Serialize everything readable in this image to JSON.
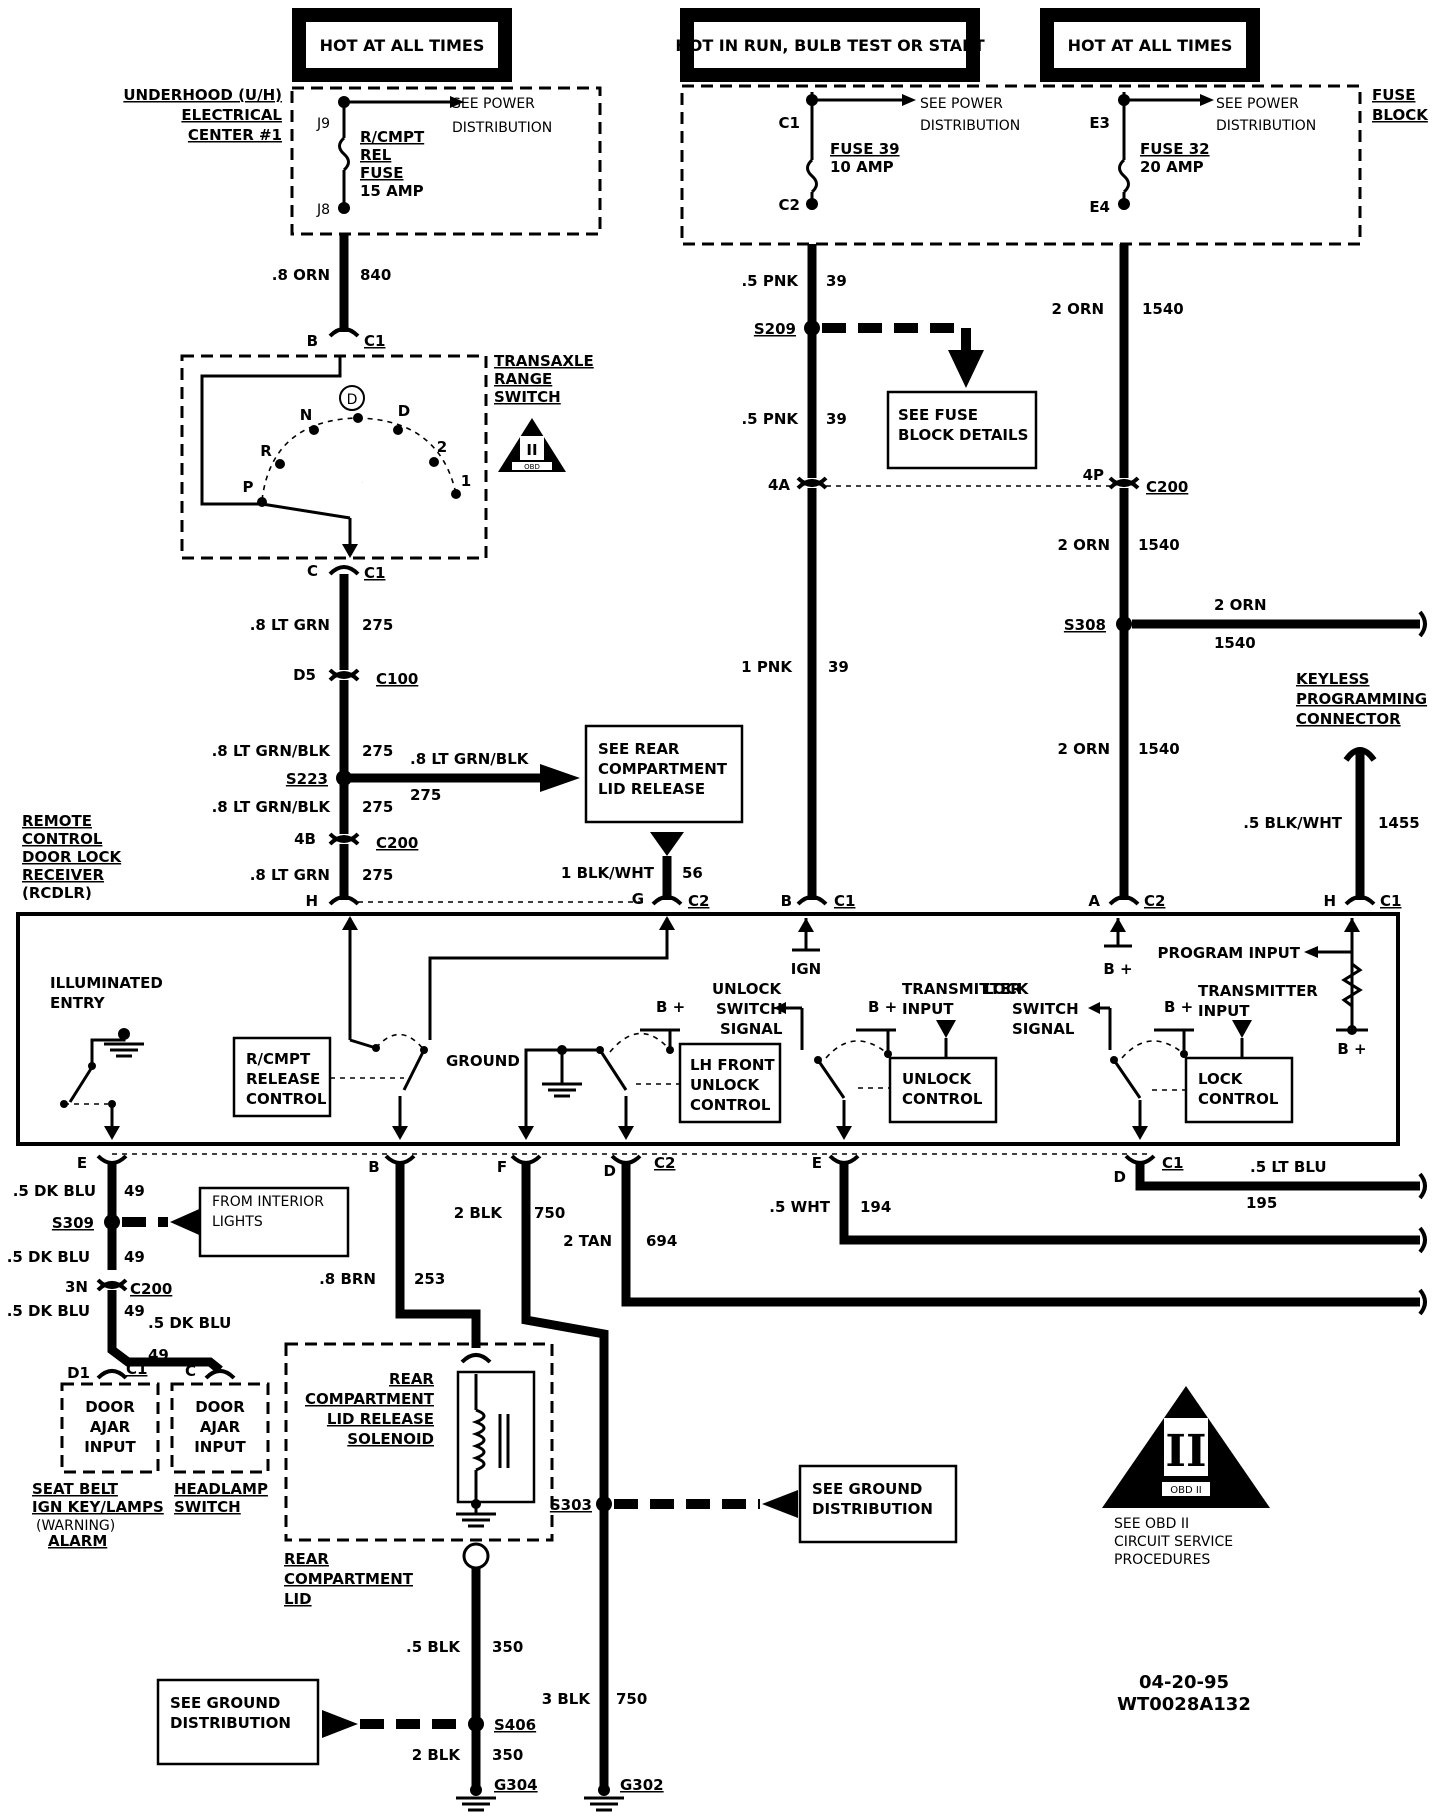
{
  "headers": {
    "hot_at_all_times_left": "HOT AT ALL TIMES",
    "hot_in_run": "HOT IN RUN, BULB TEST OR START",
    "hot_at_all_times_right": "HOT AT ALL TIMES"
  },
  "top_left": {
    "ec_line1": "UNDERHOOD (U/H)",
    "ec_line2": "ELECTRICAL",
    "ec_line3": "CENTER #1",
    "j9": "J9",
    "j8": "J8",
    "see_power_1": "SEE POWER",
    "see_power_2": "DISTRIBUTION",
    "fuse_1": "R/CMPT",
    "fuse_2": "REL",
    "fuse_3": "FUSE",
    "fuse_4": "15 AMP",
    "wire_gauge": ".8 ORN",
    "wire_num": "840"
  },
  "fuse_block": {
    "label_1": "FUSE",
    "label_2": "BLOCK",
    "c1": "C1",
    "c2": "C2",
    "e3": "E3",
    "e4": "E4",
    "fuse39_1": "FUSE 39",
    "fuse39_2": "10 AMP",
    "fuse32_1": "FUSE 32",
    "fuse32_2": "20 AMP",
    "see_power_1": "SEE POWER",
    "see_power_2": "DISTRIBUTION"
  },
  "trans_switch": {
    "label_1": "TRANSAXLE",
    "label_2": "RANGE",
    "label_3": "SWITCH",
    "pin_b": "B",
    "pin_c": "C",
    "c1": "C1",
    "pos_d_circle": "D",
    "pos_n": "N",
    "pos_d": "D",
    "pos_r": "R",
    "pos_p": "P",
    "pos_2": "2",
    "pos_1": "1",
    "obd_badge": "OBD",
    "obd_roman": "II"
  },
  "left_column": {
    "w275a_g": ".8  LT  GRN",
    "w275a_n": "275",
    "d5": "D5",
    "c100": "C100",
    "w275b_g": ".8 LT GRN/BLK",
    "w275b_n": "275",
    "s223": "S223",
    "w275c_g": ".8 LT GRN/BLK",
    "w275c_n": "275",
    "branch_g": ".8 LT GRN/BLK",
    "branch_n": "275",
    "rear_lid_1": "SEE REAR",
    "rear_lid_2": "COMPARTMENT",
    "rear_lid_3": "LID RELEASE",
    "pin_4b": "4B",
    "c200": "C200",
    "w275d_g": ".8  LT  GRN",
    "w275d_n": "275"
  },
  "middle_column": {
    "w39a_g": ".5 PNK",
    "w39a_n": "39",
    "s209": "S209",
    "see_fuse_1": "SEE  FUSE",
    "see_fuse_2": "BLOCK  DETAILS",
    "w39b_g": ".5 PNK",
    "w39b_n": "39",
    "pin_4a": "4A",
    "w39c_g": "1  PNK",
    "w39c_n": "39",
    "w56_g": "1 BLK/WHT",
    "w56_n": "56"
  },
  "right_column": {
    "w1540a_g": "2  ORN",
    "w1540a_n": "1540",
    "pin_4p": "4P",
    "c200": "C200",
    "w1540b_g": "2  ORN",
    "w1540b_n": "1540",
    "s308": "S308",
    "branch_g": "2 ORN",
    "branch_n": "1540",
    "w1540c_g": "2  ORN",
    "w1540c_n": "1540",
    "keyless_1": "KEYLESS",
    "keyless_2": "PROGRAMMING",
    "keyless_3": "CONNECTOR",
    "w1455_g": ".5  BLK/WHT",
    "w1455_n": "1455"
  },
  "rcdlr": {
    "label_1": "REMOTE",
    "label_2": "CONTROL",
    "label_3": "DOOR LOCK",
    "label_4": "RECEIVER",
    "label_5": "(RCDLR)",
    "pin_h_left": "H",
    "pin_g": "G",
    "c2_top_left": "C2",
    "pin_b_top": "B",
    "c1_top_mid": "C1",
    "pin_a_top": "A",
    "c2_top_right": "C2",
    "pin_h_right": "H",
    "c1_top_right": "C1",
    "ign": "IGN",
    "bplus_a": "B +",
    "program_input": "PROGRAM INPUT",
    "bplus_program": "B +",
    "illum_1": "ILLUMINATED",
    "illum_2": "ENTRY",
    "rcmpt_1": "R/CMPT",
    "rcmpt_2": "RELEASE",
    "rcmpt_3": "CONTROL",
    "ground": "GROUND",
    "lh_1": "LH FRONT",
    "lh_2": "UNLOCK",
    "lh_3": "CONTROL",
    "bplus_lh": "B +",
    "unlock_sw_1": "UNLOCK",
    "unlock_sw_2": "SWITCH",
    "unlock_sw_3": "SIGNAL",
    "bplus_unlock": "B +",
    "tx_unlock_1": "TRANSMITTER",
    "tx_unlock_2": "INPUT",
    "unlock_ctrl_1": "UNLOCK",
    "unlock_ctrl_2": "CONTROL",
    "lock_sw_1": "LOCK",
    "lock_sw_2": "SWITCH",
    "lock_sw_3": "SIGNAL",
    "bplus_lock": "B +",
    "tx_lock_1": "TRANSMITTER",
    "tx_lock_2": "INPUT",
    "lock_ctrl_1": "LOCK",
    "lock_ctrl_2": "CONTROL"
  },
  "bottom_pins": {
    "e_left": "E",
    "b": "B",
    "f": "F",
    "d": "D",
    "c2": "C2",
    "e_mid": "E",
    "d_right": "D",
    "c1": "C1"
  },
  "bottom_left": {
    "w49a_g": ".5 DK BLU",
    "w49a_n": "49",
    "from_int_1": "FROM INTERIOR",
    "from_int_2": "LIGHTS",
    "s309": "S309",
    "w49b_g": ".5  DK  BLU",
    "w49b_n": "49",
    "pin_3n": "3N",
    "c200": "C200",
    "w49c_g": ".5  DK  BLU",
    "w49c_n": "49",
    "w49d_g": ".5  DK  BLU",
    "pin_d1": "D1",
    "c1": "C1",
    "w49e_n": "49",
    "pin_c": "C",
    "door1_1": "DOOR",
    "door1_2": "AJAR",
    "door1_3": "INPUT",
    "door2_1": "DOOR",
    "door2_2": "AJAR",
    "door2_3": "INPUT",
    "seat_1": "SEAT BELT",
    "seat_2": "IGN KEY/LAMPS",
    "seat_3": "(WARNING)",
    "seat_4": "ALARM",
    "hl_1": "HEADLAMP",
    "hl_2": "SWITCH"
  },
  "bottom_center": {
    "w253_g": ".8 BRN",
    "w253_n": "253",
    "w750a_g": "2  BLK",
    "w750a_n": "750",
    "w694_g": "2  TAN",
    "w694_n": "694",
    "w194_g": ".5  WHT",
    "w194_n": "194",
    "w195_g": ".5  LT  BLU",
    "w195_n": "195",
    "sol_1": "REAR",
    "sol_2": "COMPARTMENT",
    "sol_3": "LID RELEASE",
    "sol_4": "SOLENOID",
    "lid_1": "REAR",
    "lid_2": "COMPARTMENT",
    "lid_3": "LID",
    "s303": "S303",
    "see_gnd_1": "SEE  GROUND",
    "see_gnd_2": "DISTRIBUTION",
    "w350a_g": ".5  BLK",
    "w350a_n": "350",
    "see_gnd2_1": "SEE  GROUND",
    "see_gnd2_2": "DISTRIBUTION",
    "s406": "S406",
    "w350b_g": "2  BLK",
    "w350b_n": "350",
    "g304": "G304",
    "w750b_g": "3 BLK",
    "w750b_n": "750",
    "g302": "G302"
  },
  "obd_note": {
    "roman": "II",
    "badge": "OBD II",
    "line_1": "SEE OBD II",
    "line_2": "CIRCUIT SERVICE",
    "line_3": "PROCEDURES"
  },
  "footer": {
    "date": "04-20-95",
    "code": "WT0028A132"
  }
}
